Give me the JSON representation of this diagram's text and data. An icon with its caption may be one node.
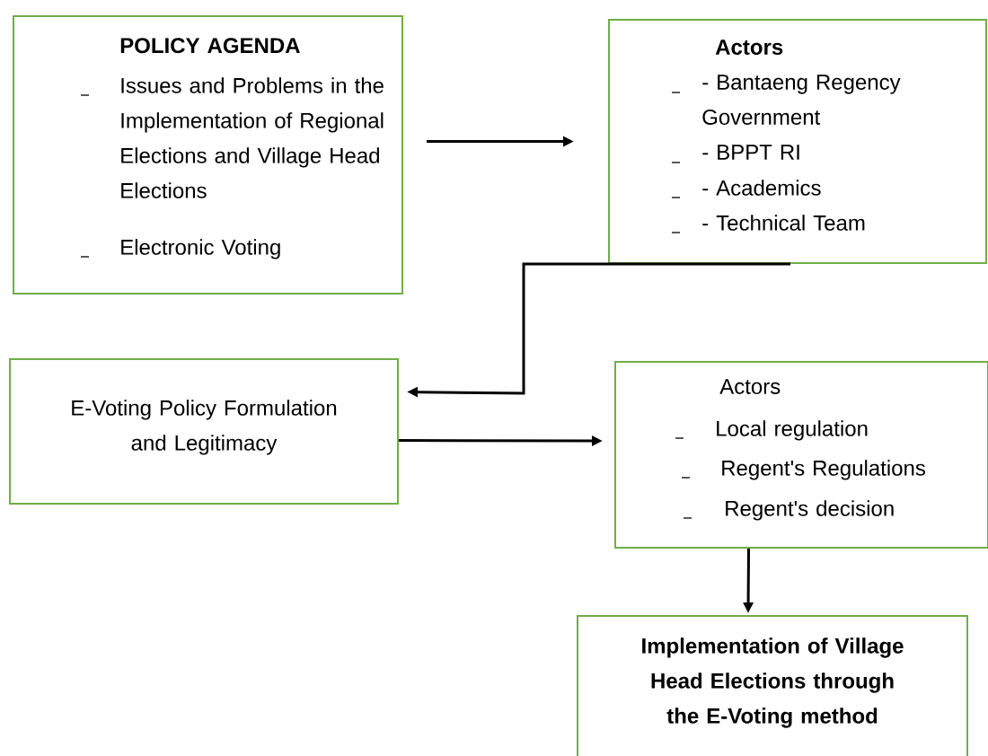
{
  "diagram": {
    "nodes": [
      {
        "text": [
          "POLICY AGENDA",
          "Issues and Problems in the Implementation of Regional Elections and Village Head Elections",
          "Electronic Voting"
        ]
      },
      {
        "text": [
          "Actors",
          "- Bantaeng Regency Government",
          "- BPPT RI",
          "- Academics",
          "- Technical Team"
        ]
      },
      {
        "text": [
          "E-Voting Policy Formulation and Legitimacy"
        ]
      },
      {
        "text": [
          "Actors",
          "Local regulation",
          "Regent's Regulations",
          "Regent's decision"
        ]
      },
      {
        "text": [
          "Implementation of Village Head Elections through the E-Voting method"
        ]
      }
    ],
    "edges": [
      {
        "from": 0,
        "to": 1,
        "arrow": "to"
      },
      {
        "from": 1,
        "to": 2,
        "arrow": "to"
      },
      {
        "from": 2,
        "to": 3,
        "arrow": "to"
      },
      {
        "from": 3,
        "to": 4,
        "arrow": "to"
      }
    ]
  }
}
